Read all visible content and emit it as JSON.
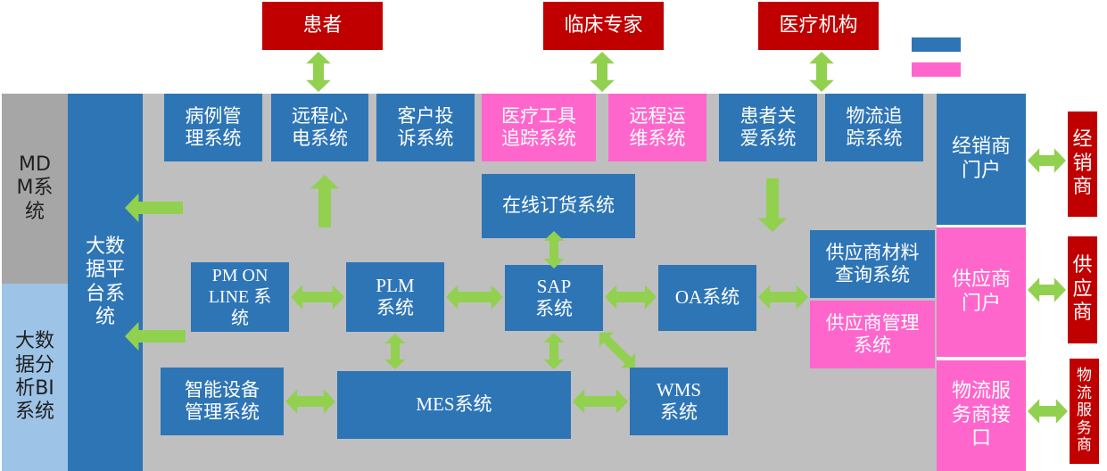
{
  "colors": {
    "blue": "#2e75b6",
    "pink": "#ff66cc",
    "red": "#c00000",
    "arrow": "#92d050",
    "panel": "#bfbfbf"
  },
  "top": {
    "patient": "患者",
    "experts": "临床专家",
    "institutions": "医疗机构"
  },
  "left": {
    "mdm": "MD\nM系\n统",
    "bi": "大数\n据分\n析BI\n系统",
    "bigdata": "大数\n据平\n台系\n统"
  },
  "apps": {
    "case_mgmt": "病例管\n理系统",
    "remote_ecg": "远程心\n电系统",
    "complaint": "客户投\n诉系统",
    "tool_tracking": "医疗工具\n追踪系统",
    "remote_ops": "远程运\n维系统",
    "patient_care": "患者关\n爱系统",
    "logistics_tracking": "物流追\n踪系统"
  },
  "core": {
    "online_order": "在线订货系统",
    "pm_online": "PM ON\nLINE 系\n统",
    "plm": "PLM\n系统",
    "sap": "SAP\n系统",
    "oa": "OA系统",
    "supplier_material": "供应商材料\n查询系统",
    "supplier_mgmt": "供应商管理\n系统",
    "smart_device": "智能设备\n管理系统",
    "mes": "MES系统",
    "wms": "WMS\n系统"
  },
  "portals": {
    "dealer": "经销商\n门户",
    "supplier": "供应商\n门户",
    "logistics": "物流服\n务商接\n口"
  },
  "external": {
    "dealer": "经\n销\n商",
    "supplier": "供\n应\n商",
    "logistics": "物\n流\n服\n务\n商"
  }
}
